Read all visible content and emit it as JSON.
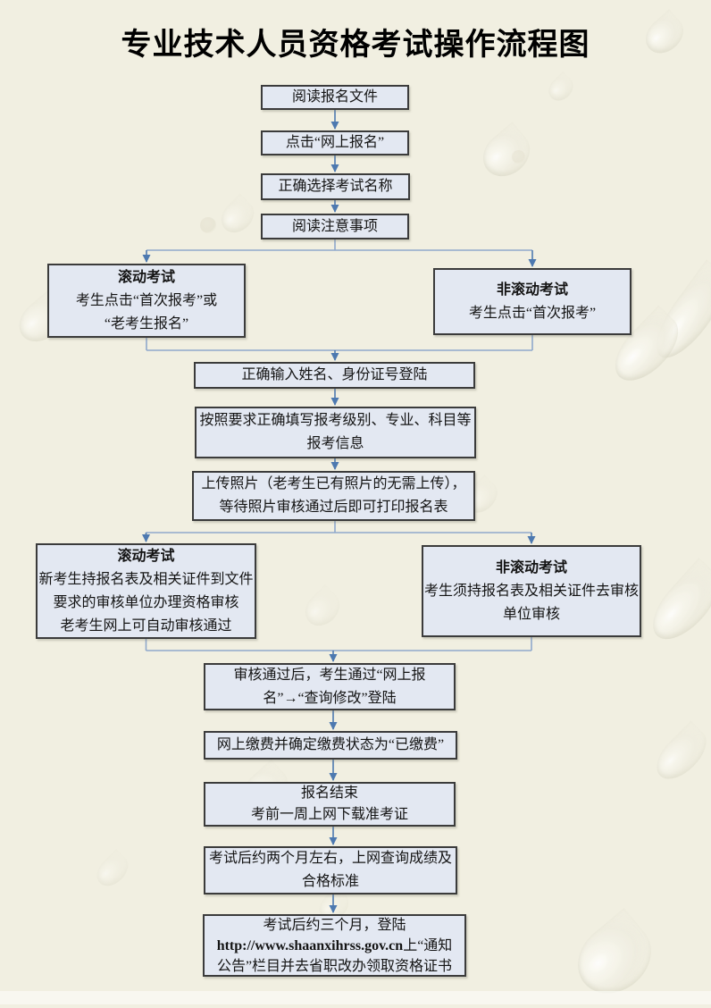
{
  "title": "专业技术人员资格考试操作流程图",
  "colors": {
    "background": "#f1efe1",
    "box_fill": "#e3e8f2",
    "box_border": "#3b3b3b",
    "connector_arrow": "#4d79b0",
    "connector_elbow": "#8fa8cc",
    "title_text": "#000000"
  },
  "flow": {
    "read_docs": {
      "text": "阅读报名文件"
    },
    "click_online_signup": {
      "text": "点击“网上报名”"
    },
    "select_exam_name": {
      "text": "正确选择考试名称"
    },
    "read_notes": {
      "text": "阅读注意事项"
    },
    "rolling_exam_1": {
      "title": "滚动考试",
      "line1": "考生点击“首次报考”或",
      "line2": "“老考生报名”"
    },
    "non_rolling_exam_1": {
      "title": "非滚动考试",
      "line1": "考生点击“首次报考”"
    },
    "login": {
      "text": "正确输入姓名、身份证号登陆"
    },
    "fill_info": {
      "line1": "按照要求正确填写报考级别、专业、科目等",
      "line2": "报考信息"
    },
    "upload_photo": {
      "line1": "上传照片（老考生已有照片的无需上传），",
      "line2": "等待照片审核通过后即可打印报名表"
    },
    "rolling_exam_2": {
      "title": "滚动考试",
      "line1": "新考生持报名表及相关证件到文件",
      "line2": "要求的审核单位办理资格审核",
      "line3": "老考生网上可自动审核通过"
    },
    "non_rolling_exam_2": {
      "title": "非滚动考试",
      "line1": "考生须持报名表及相关证件去审核",
      "line2": "单位审核"
    },
    "review_login": {
      "line1": "审核通过后，考生通过“网上报",
      "line2": "名”→“查询修改”登陆"
    },
    "pay_online": {
      "text": "网上缴费并确定缴费状态为“已缴费”"
    },
    "signup_finished": {
      "line1": "报名结束",
      "line2": "考前一周上网下载准考证"
    },
    "query_results": {
      "line1": "考试后约两个月左右，上网查询成绩及",
      "line2": "合格标准"
    },
    "get_certificate": {
      "line1": "考试后约三个月，登陆",
      "line2_url": "http://www.shaanxihrss.gov.cn",
      "line2_rest": "上“通知",
      "line3": "公告”栏目并去省职改办领取资格证书"
    }
  }
}
